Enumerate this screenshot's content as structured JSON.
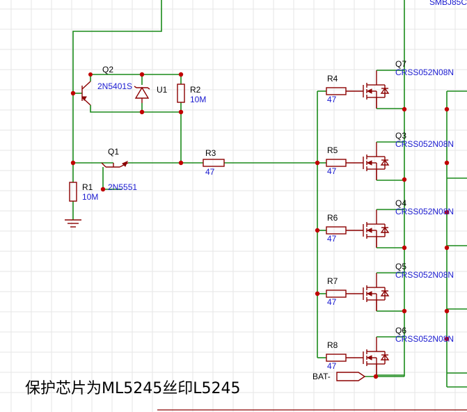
{
  "components": {
    "Q2": {
      "designator": "Q2",
      "value": "2N5401S"
    },
    "U1": {
      "designator": "U1",
      "value": ""
    },
    "R2": {
      "designator": "R2",
      "value": "10M"
    },
    "Q1": {
      "designator": "Q1",
      "value": "2N5551"
    },
    "R1": {
      "designator": "R1",
      "value": "10M"
    },
    "R3": {
      "designator": "R3",
      "value": "47"
    },
    "R4": {
      "designator": "R4",
      "value": "47"
    },
    "R5": {
      "designator": "R5",
      "value": "47"
    },
    "R6": {
      "designator": "R6",
      "value": "47"
    },
    "R7": {
      "designator": "R7",
      "value": "47"
    },
    "R8": {
      "designator": "R8",
      "value": "47"
    },
    "Q7": {
      "designator": "Q7",
      "value": "CRSS052N08N"
    },
    "Q3": {
      "designator": "Q3",
      "value": "CRSS052N08N"
    },
    "Q4": {
      "designator": "Q4",
      "value": "CRSS052N08N"
    },
    "Q5": {
      "designator": "Q5",
      "value": "CRSS052N08N"
    },
    "Q6": {
      "designator": "Q6",
      "value": "CRSS052N08N"
    }
  },
  "top_partial_label": "SMBJ85C",
  "net_label": "BAT-",
  "note": "保护芯片为ML5245丝印L5245",
  "colors": {
    "wire": "#1a8a1a",
    "symbol": "#8b0000",
    "junction": "#c00000",
    "value_text": "#1a1ad0"
  }
}
